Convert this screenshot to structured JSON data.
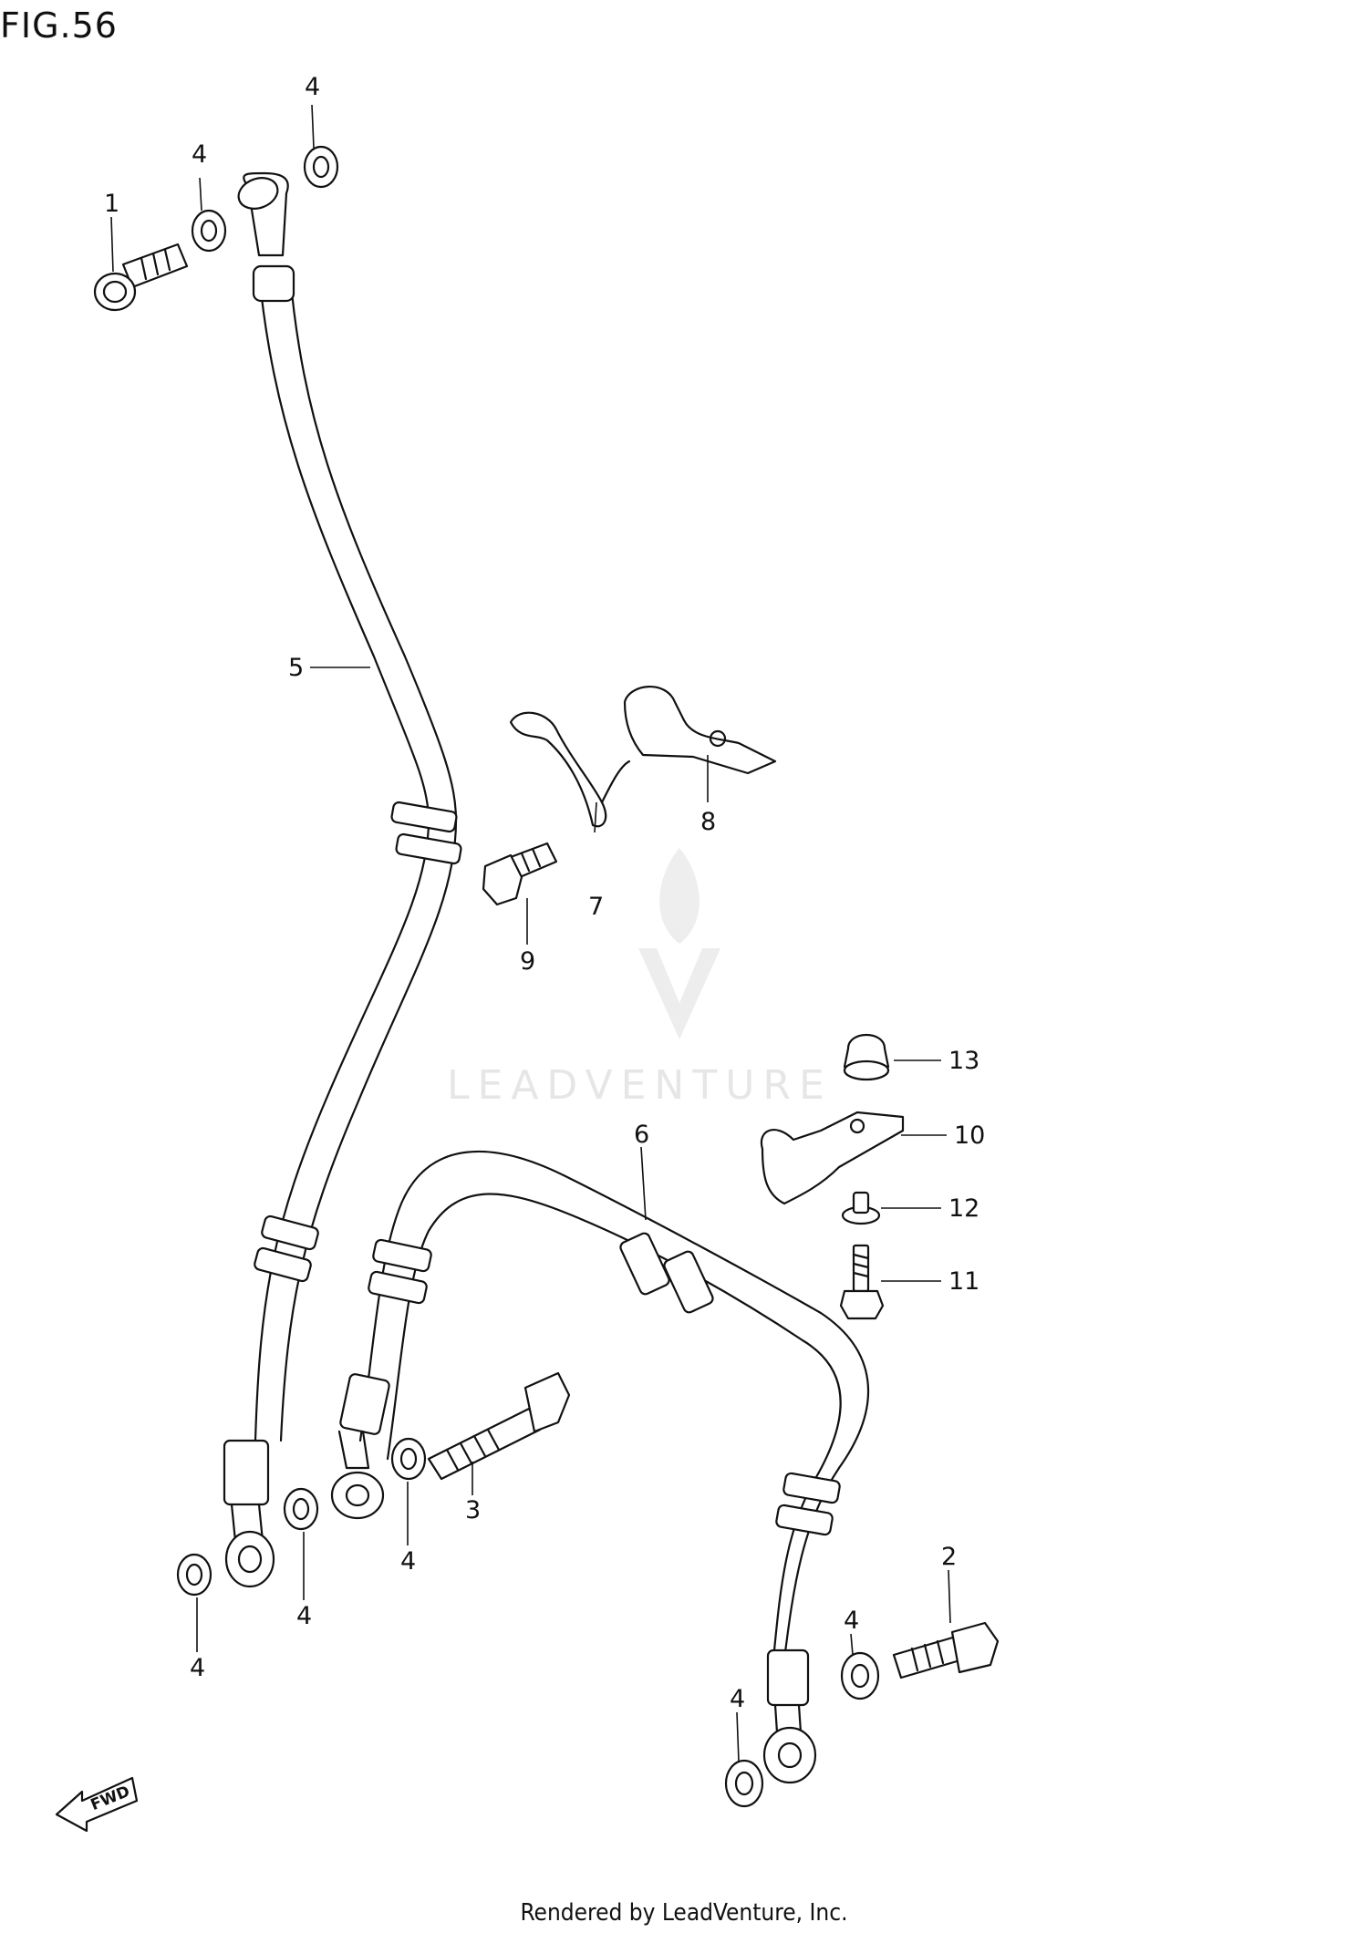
{
  "figure": {
    "title": "FIG.56"
  },
  "footer": {
    "text": "Rendered by LeadVenture, Inc."
  },
  "watermark": {
    "text": "LEADVENTURE",
    "color": "#e4e4e4"
  },
  "fwd_label": "FWD",
  "callouts": {
    "c1": "1",
    "c2": "2",
    "c3": "3",
    "c4a": "4",
    "c4b": "4",
    "c4c": "4",
    "c4d": "4",
    "c4e": "4",
    "c4f": "4",
    "c4g": "4",
    "c5": "5",
    "c6": "6",
    "c7": "7",
    "c8": "8",
    "c9": "9",
    "c10": "10",
    "c11": "11",
    "c12": "12",
    "c13": "13"
  },
  "parts_legend_icons": [
    "union-bolt-icon",
    "brake-hose-icon",
    "washer-icon",
    "clamp-icon",
    "bolt-icon",
    "nut-icon"
  ]
}
